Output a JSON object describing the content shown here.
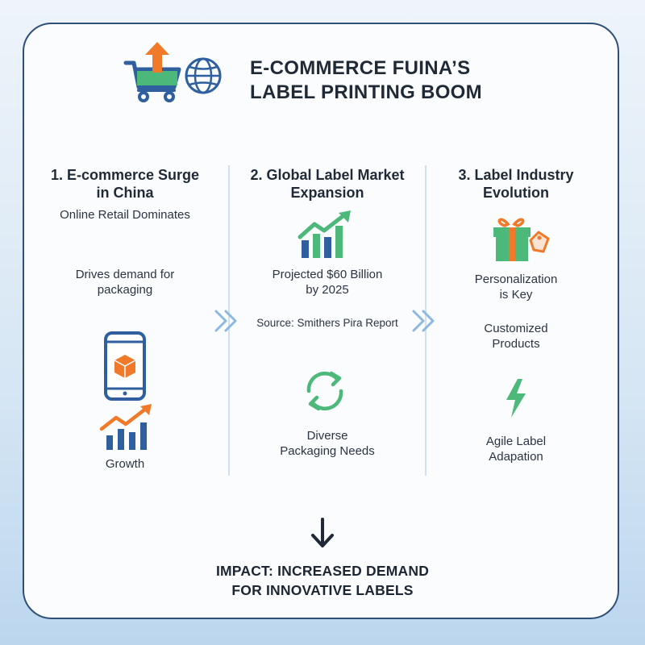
{
  "title": {
    "line1": "E-COMMERCE FUINA’S",
    "line2": "LABEL PRINTING BOOM"
  },
  "columns": [
    {
      "heading_line1": "1. E-commerce Surge",
      "heading_line2": "in China",
      "items": [
        "Online Retail Dominates",
        "Drives demand for",
        "packaging",
        "Growth"
      ]
    },
    {
      "heading_line1": "2. Global Label Market",
      "heading_line2": "Expansion",
      "items": [
        "Projected $60 Billion",
        "by 2025",
        "Source: Smithers Pira Report",
        "Diverse",
        "Packaging Needs"
      ]
    },
    {
      "heading_line1": "3. Label Industry",
      "heading_line2": "Evolution",
      "items": [
        "Personalization",
        "is Key",
        "Customized",
        "Products",
        "Agile Label",
        "Adapation"
      ]
    }
  ],
  "impact": {
    "line1": "IMPACT: INCREASED DEMAND",
    "line2": "FOR INNOVATIVE LABELS"
  },
  "icons": {
    "header": [
      "shopping-cart-icon",
      "upload-arrow-icon",
      "globe-icon"
    ],
    "column1": [
      "smartphone-box-icon",
      "growth-chart-icon"
    ],
    "column2": [
      "bar-chart-trend-icon",
      "refresh-cycle-icon"
    ],
    "column3": [
      "gift-tag-icon",
      "lightning-icon"
    ],
    "flow": [
      "chevron-right-icon",
      "chevron-right-icon",
      "arrow-down-icon"
    ]
  },
  "colors": {
    "orange": "#f07a2a",
    "green": "#4cb87a",
    "blue": "#2f5f9f",
    "navy": "#1f2a36"
  }
}
